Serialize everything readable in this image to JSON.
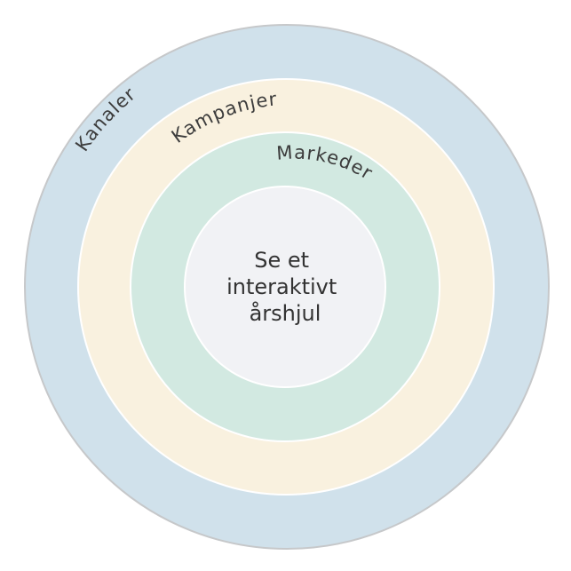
{
  "wheel": {
    "rings": [
      {
        "label": "Kanaler",
        "color": "#d0e1eb"
      },
      {
        "label": "Kampanjer",
        "color": "#f9f1df"
      },
      {
        "label": "Markeder",
        "color": "#d2e9e1"
      }
    ],
    "center": {
      "lines": [
        "Se et",
        "interaktivt",
        "årshjul"
      ],
      "color": "#f1f2f5"
    },
    "outline_color": "#c6c8ca",
    "separator_color": "#ffffff"
  }
}
